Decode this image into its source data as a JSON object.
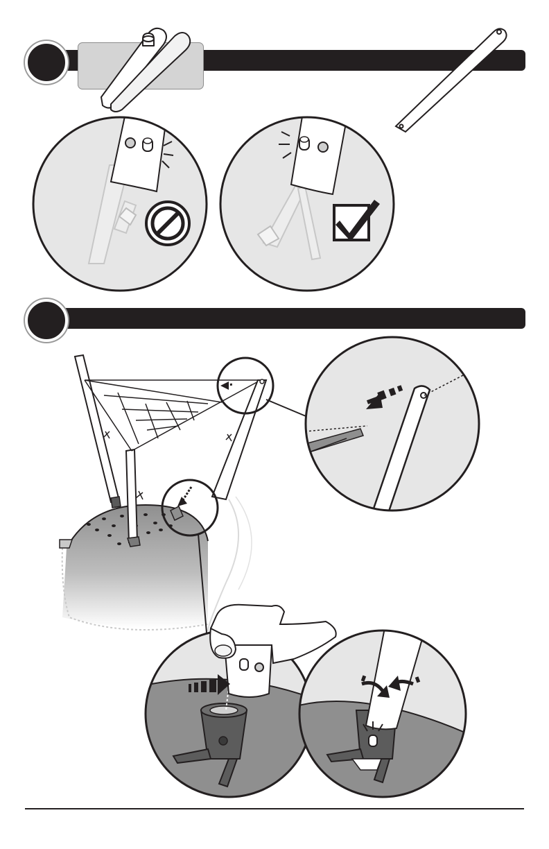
{
  "colors": {
    "ink": "#231f20",
    "panel_gray": "#e6e6e6",
    "part_gray": "#d4d4d4",
    "ground_gray": "#8f8f8f",
    "white": "#ffffff"
  },
  "icons": {
    "incorrect": "prohibited-icon",
    "correct": "checkmark-icon"
  },
  "steps": [
    {
      "id": "step-1",
      "hardware": "spring-button-clip",
      "part": "support-pole"
    },
    {
      "id": "step-2",
      "hardware": "pole-base-socket",
      "part": "shade-sail-frame"
    }
  ]
}
